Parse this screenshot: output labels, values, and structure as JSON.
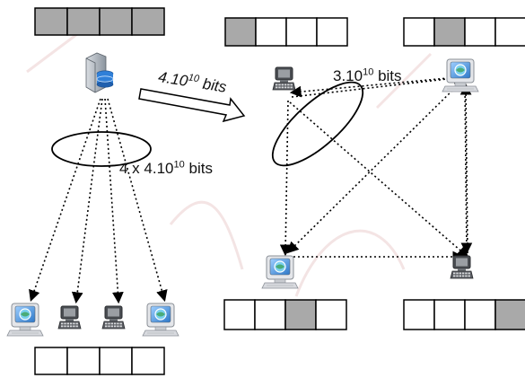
{
  "colors": {
    "filled": "#a9a9a9",
    "empty": "#ffffff",
    "stroke": "#000000",
    "watermark": "#e6c9c9"
  },
  "blocks": {
    "server": [
      1,
      1,
      1,
      1
    ],
    "clients_bottom": [
      0,
      0,
      0,
      0
    ],
    "peer_top_left": [
      1,
      0,
      0,
      0
    ],
    "peer_top_right": [
      0,
      1,
      0,
      0
    ],
    "peer_bottom_left": [
      0,
      0,
      1,
      0
    ],
    "peer_bottom_right": [
      0,
      0,
      0,
      1
    ]
  },
  "labels": {
    "arrow_base": "4.10",
    "arrow_exp": "10",
    "arrow_unit": "bits",
    "p2p_base": "3.10",
    "p2p_exp": "10",
    "p2p_unit": "bits",
    "cs_prefix": "4 x 4.10",
    "cs_exp": "10",
    "cs_unit": "bits"
  },
  "icons": {
    "server": "server-icon",
    "monitor": "crt-monitor-icon",
    "terminal": "terminal-icon"
  }
}
